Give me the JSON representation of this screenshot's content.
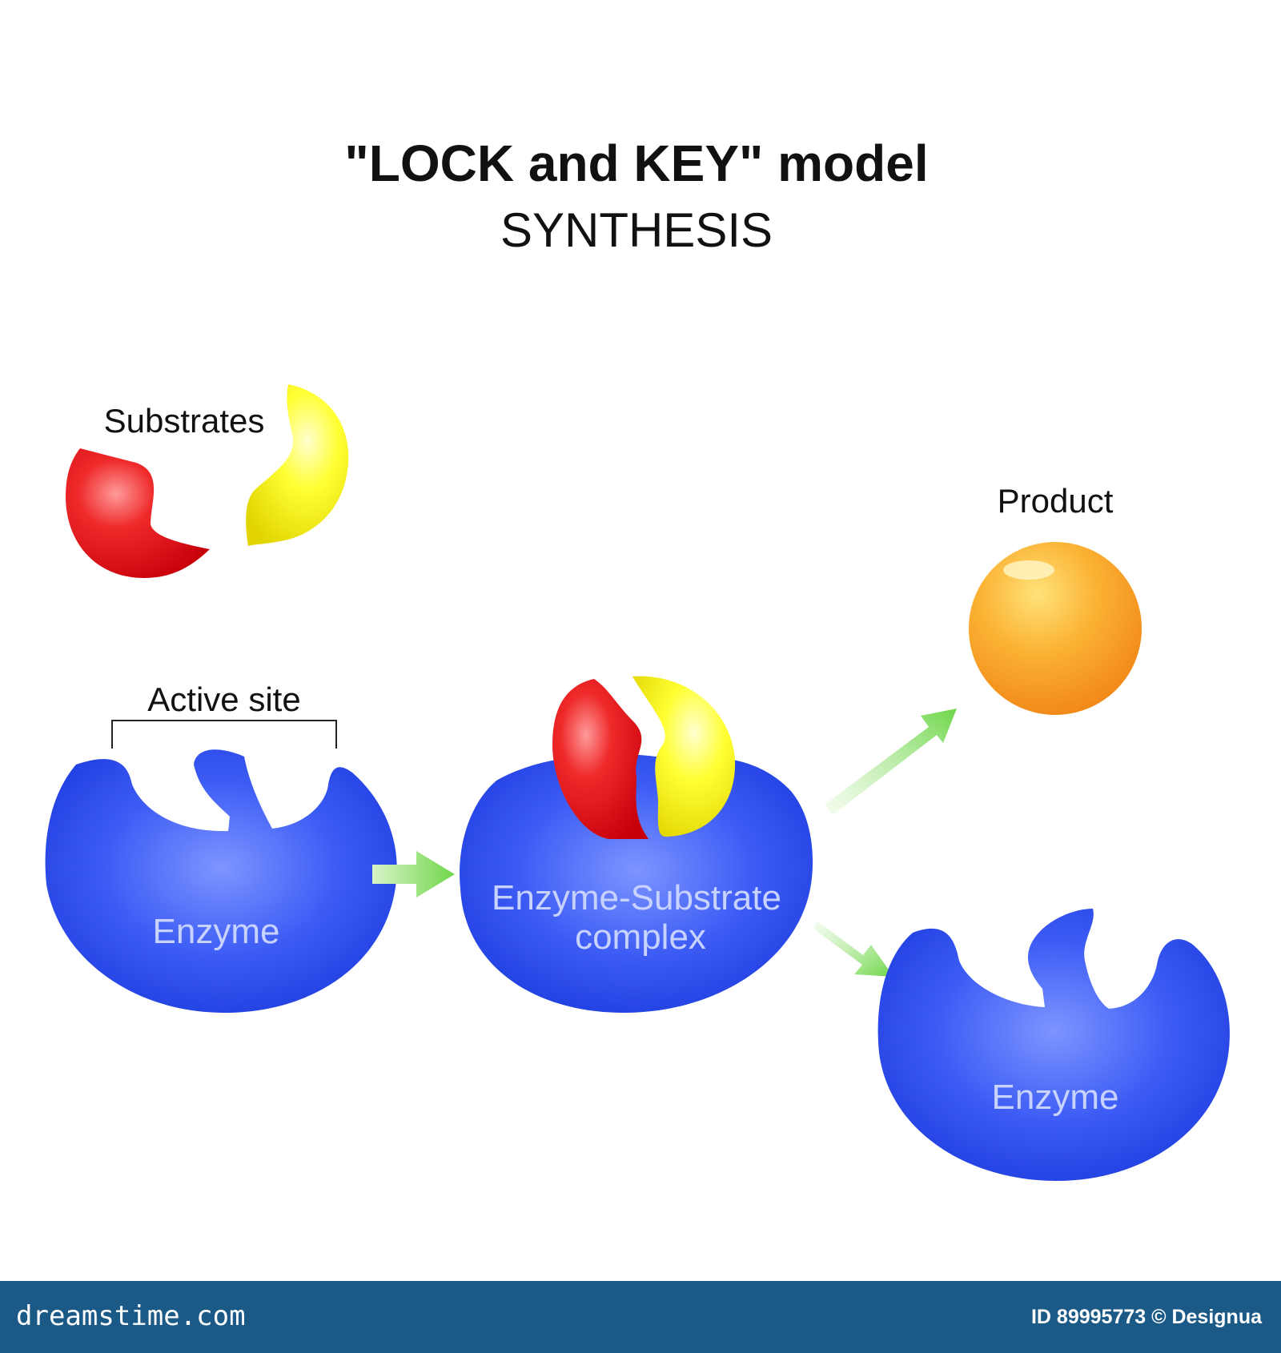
{
  "diagram": {
    "title": "\"LOCK and KEY\" model",
    "subtitle": "SYNTHESIS",
    "labels": {
      "substrates": "Substrates",
      "product": "Product",
      "active_site": "Active site",
      "enzyme_left": "Enzyme",
      "complex_line1": "Enzyme-Substrate",
      "complex_line2": "complex",
      "enzyme_right": "Enzyme"
    },
    "colors": {
      "enzyme": "#2d4ff0",
      "substrate_red": "#e8101a",
      "substrate_yellow": "#f4f000",
      "product": "#f7931e",
      "arrow": "#7ed957",
      "footer": "#1b5a86"
    }
  },
  "footer": {
    "logo": "dreamstime.com",
    "credit": "ID 89995773 © Designua"
  }
}
